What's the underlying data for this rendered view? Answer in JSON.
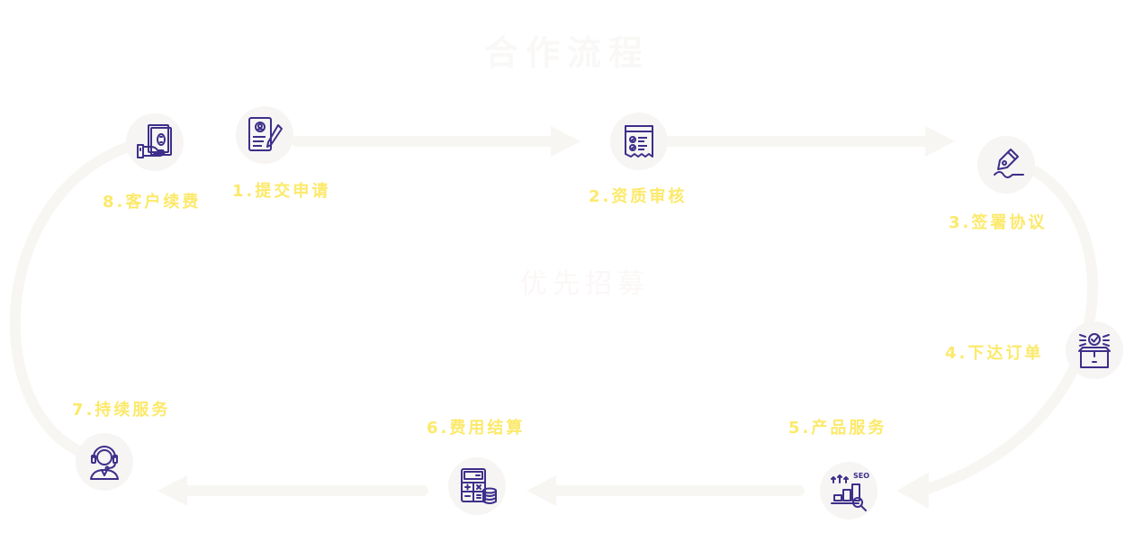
{
  "title": "合作流程",
  "watermark": "优先招募",
  "steps": [
    {
      "label": "1.提交申请",
      "icon": "application-form-pen-icon"
    },
    {
      "label": "2.资质审核",
      "icon": "document-checklist-icon"
    },
    {
      "label": "3.签署协议",
      "icon": "pen-signature-icon"
    },
    {
      "label": "4.下达订单",
      "icon": "package-checkmark-icon"
    },
    {
      "label": "5.产品服务",
      "icon": "seo-chart-magnifier-icon"
    },
    {
      "label": "6.费用结算",
      "icon": "calculator-coins-icon"
    },
    {
      "label": "7.持续服务",
      "icon": "customer-service-headset-icon"
    },
    {
      "label": "8.客户续费",
      "icon": "hand-cash-icon"
    }
  ],
  "colors": {
    "icon": "#3d2f8a",
    "label": "#fce96a",
    "circle": "#f6f5f3",
    "flow": "#f8f6f2"
  }
}
